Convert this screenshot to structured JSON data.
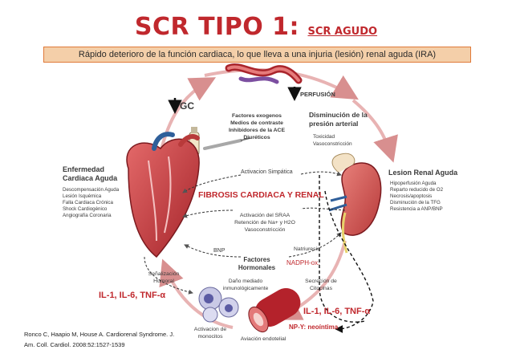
{
  "header": {
    "title": "SCR TIPO 1:",
    "subtitle": "SCR AGUDO",
    "banner": "Rápido deterioro de la función cardiaca, lo que lleva a una injuria (lesión) renal aguda (IRA)"
  },
  "left_box": {
    "heading_1": "Enfermedad",
    "heading_2": "Cardiaca Aguda",
    "items": [
      "Descompensación Aguda",
      "Lesión Isquémica",
      "Falla Cardiaca Crónica",
      "Shock Cardiogénico",
      "Angiografía Coronaria"
    ]
  },
  "right_box": {
    "heading": "Lesion Renal Aguda",
    "items": [
      "Hipoperfusión Aguda",
      "Reparto reducido de O2",
      "Necrosis/apoptosis",
      "Disminución de la TFG",
      "Resistencia a ANP/BNP"
    ]
  },
  "top": {
    "gc": "GC",
    "perfusion": "PERFUSIÓN",
    "factors": [
      "Factores exogenos",
      "Medios de contraste",
      "Inhibidores de la ACE",
      "Diuréticos"
    ],
    "pressure_1": "Disminución de la",
    "pressure_2": "presión arterial",
    "toxicity_1": "Toxicidad",
    "toxicity_2": "Vasoconstricción"
  },
  "center": {
    "sympathetic": "Activacion Simpática",
    "fibrosis": "FIBROSIS CARDIACA Y RENAL",
    "sraa": [
      "Activación del SRAA",
      "Retención de Na+ y H2O",
      "Vasoconstricción"
    ],
    "bnp": "BNP",
    "natriuresis": "Natriuresis",
    "hormonal_1": "Factores",
    "hormonal_2": "Hormonales",
    "nadph": "NADPH-ox."
  },
  "bottom": {
    "humoral_1": "Señalización",
    "humoral_2": "Humoral",
    "immune_1": "Daño mediado",
    "immune_2": "inmunológicamente",
    "cytokines_1": "Secreción de",
    "cytokines_2": "Citocinas",
    "il_left": "IL-1, IL-6, TNF-α",
    "il_right": "IL-1, IL-6, TNF-α",
    "monocytes_1": "Activacion de",
    "monocytes_2": "monocitos",
    "endothelial": "Aviación endotelial",
    "npy": "NP-Y: neoíntima"
  },
  "reference": {
    "line1": "Ronco C, Haapio M, House A. Cardiorenal Syndrome. J.",
    "line2": "Am. Coll. Cardiol. 2008:52:1527-1539"
  },
  "colors": {
    "accent_red": "#c0282d",
    "banner_fill": "#f4cfa9",
    "banner_border": "#e07a3a",
    "arrow_red": "#d9a0a0"
  }
}
